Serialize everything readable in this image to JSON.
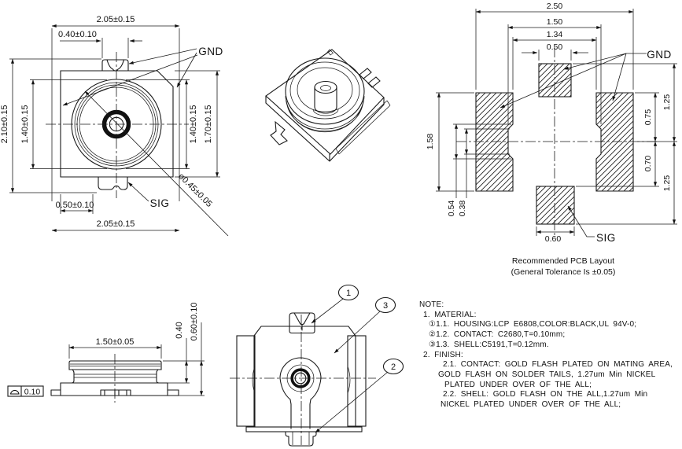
{
  "front": {
    "width_top": "2.05±0.15",
    "notch_width": "0.40±0.10",
    "overall_height": "2.10±0.15",
    "shell_dia_left": "1.40±0.15",
    "shell_dia_right": "1.40±0.15",
    "body_height": "1.70±0.15",
    "sig_offset": "0.50±0.10",
    "width_bottom": "2.05±0.15",
    "pin_dia": "ø0.45±0.05",
    "gnd_label": "GND",
    "sig_label": "SIG"
  },
  "pcb": {
    "overall_width": "2.50",
    "notch_span": "1.50",
    "pad_gap": "1.34",
    "gnd_pad_width": "0.50",
    "gnd_label": "GND",
    "upper_half": "1.25",
    "upper_offset": "0.75",
    "lower_offset": "0.70",
    "lower_half": "1.25",
    "side_pad_height": "1.58",
    "notch_outer": "0.54",
    "notch_inner": "0.38",
    "sig_pad_width": "0.60",
    "sig_label": "SIG",
    "caption_line1": "Recommended PCB Layout",
    "caption_line2": "(General Tolerance Is ±0.05)"
  },
  "side": {
    "cap_width": "1.50±0.05",
    "cap_height": "0.40",
    "total_height": "0.60±0.10",
    "flatness": "0.10"
  },
  "bottom": {
    "balloon_1": "1",
    "balloon_2": "2",
    "balloon_3": "3"
  },
  "notes": {
    "lines": [
      "NOTE:",
      "1. MATERIAL:",
      "①1.1. HOUSING:LCP E6808,COLOR:BLACK,UL 94V-0;",
      "②1.2. CONTACT: C2680,T=0.10mm;",
      "③1.3. SHELL:C5191,T=0.12mm.",
      "2. FINISH:",
      "2.1. CONTACT:  GOLD FLASH PLATED ON MATING AREA,",
      "GOLD FLASH ON SOLDER  TAILS, 1.27um Min NICKEL",
      "PLATED UNDER OVER OF THE ALL;",
      "2.2. SHELL: GOLD FLASH ON THE ALL,1.27um Min",
      "NICKEL PLATED UNDER OVER OF THE ALL;"
    ]
  }
}
